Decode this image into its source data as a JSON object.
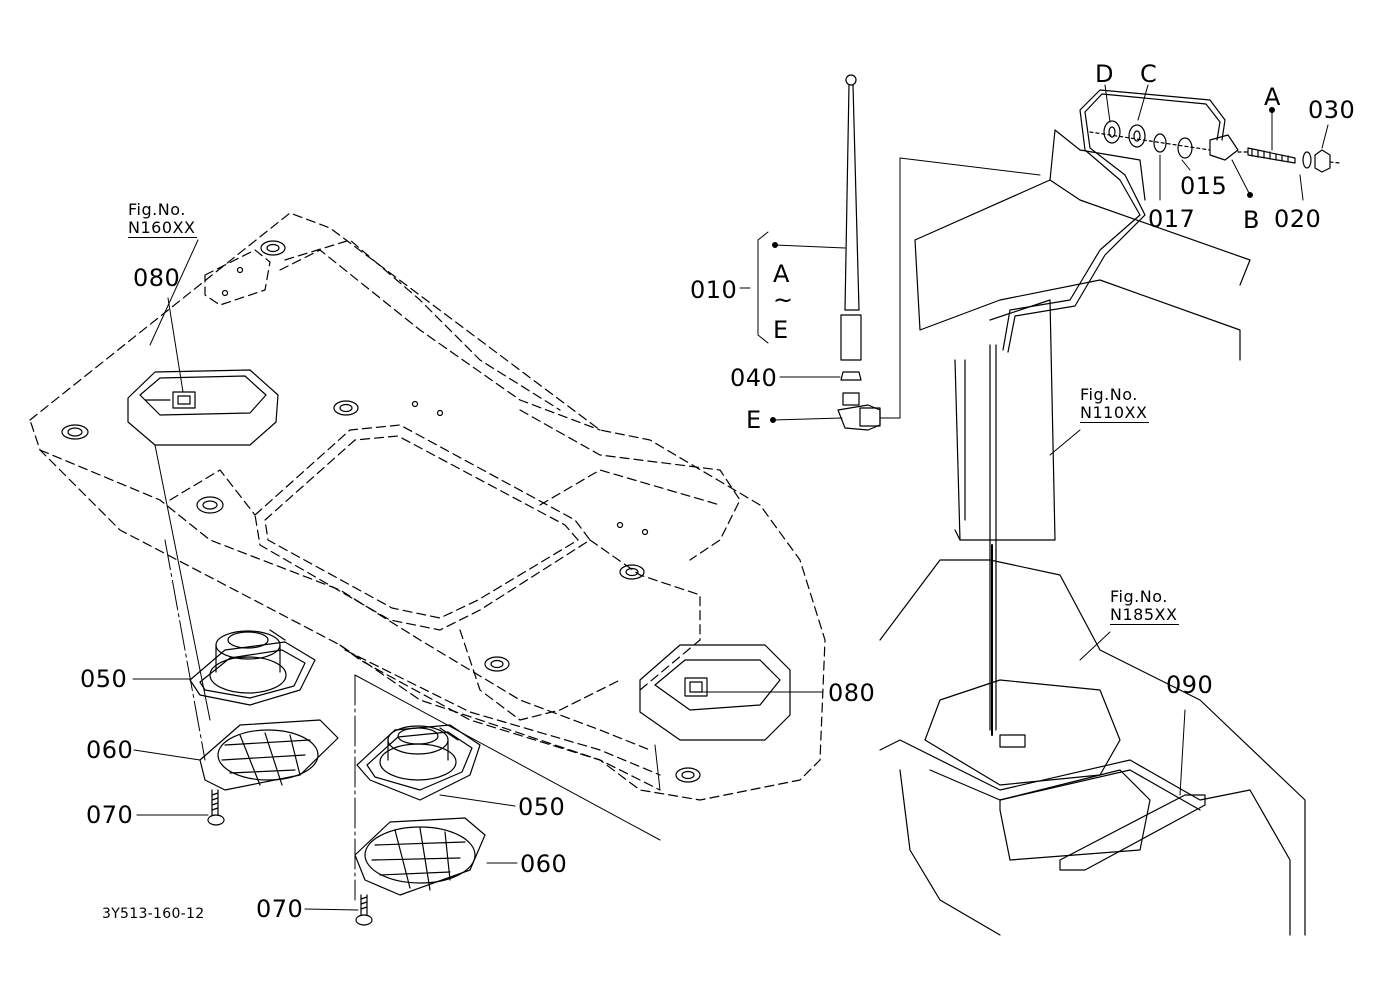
{
  "parts": {
    "p010": "010",
    "p015": "015",
    "p017": "017",
    "p020": "020",
    "p030": "030",
    "p040": "040",
    "p050a": "050",
    "p050b": "050",
    "p060a": "060",
    "p060b": "060",
    "p070a": "070",
    "p070b": "070",
    "p080a": "080",
    "p080b": "080",
    "p090": "090"
  },
  "callouts": {
    "A_top": "A",
    "B": "B",
    "C": "C",
    "D": "D",
    "E": "E",
    "range_start": "A",
    "range_tilde": "~",
    "range_end": "E"
  },
  "figure_refs": {
    "left": {
      "line1": "Fig.No.",
      "line2": "N160XX"
    },
    "mid": {
      "line1": "Fig.No.",
      "line2": "N110XX"
    },
    "right": {
      "line1": "Fig.No.",
      "line2": "N185XX"
    }
  },
  "diagram_code": "3Y513-160-12"
}
